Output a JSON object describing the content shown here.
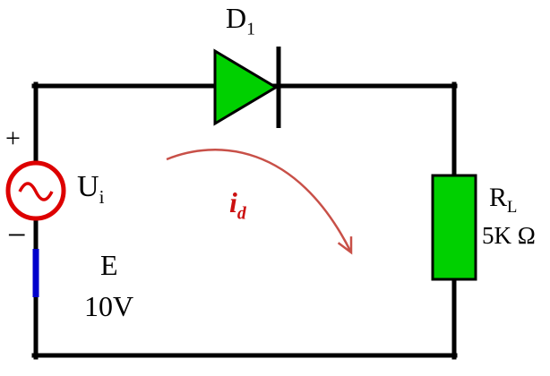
{
  "diagram": {
    "type": "half-wave rectifier circuit schematic",
    "labels": {
      "diode": {
        "main": "D",
        "sub": "1"
      },
      "source_plus": "+",
      "source_minus": "−",
      "source": {
        "main": "U",
        "sub": "i"
      },
      "current": {
        "main": "i",
        "sub": "d"
      },
      "emf_symbol": "E",
      "emf_value": "10V",
      "resistor": {
        "main": "R",
        "sub": "L"
      },
      "resistor_value": "5K Ω"
    },
    "colors": {
      "wire": "#000000",
      "component_fill": "#00D000",
      "component_border": "#000000",
      "source_ring": "#DD0000",
      "blue_lead": "#0000CC",
      "arrow": "#C85048",
      "current_label": "#CC1111"
    }
  }
}
